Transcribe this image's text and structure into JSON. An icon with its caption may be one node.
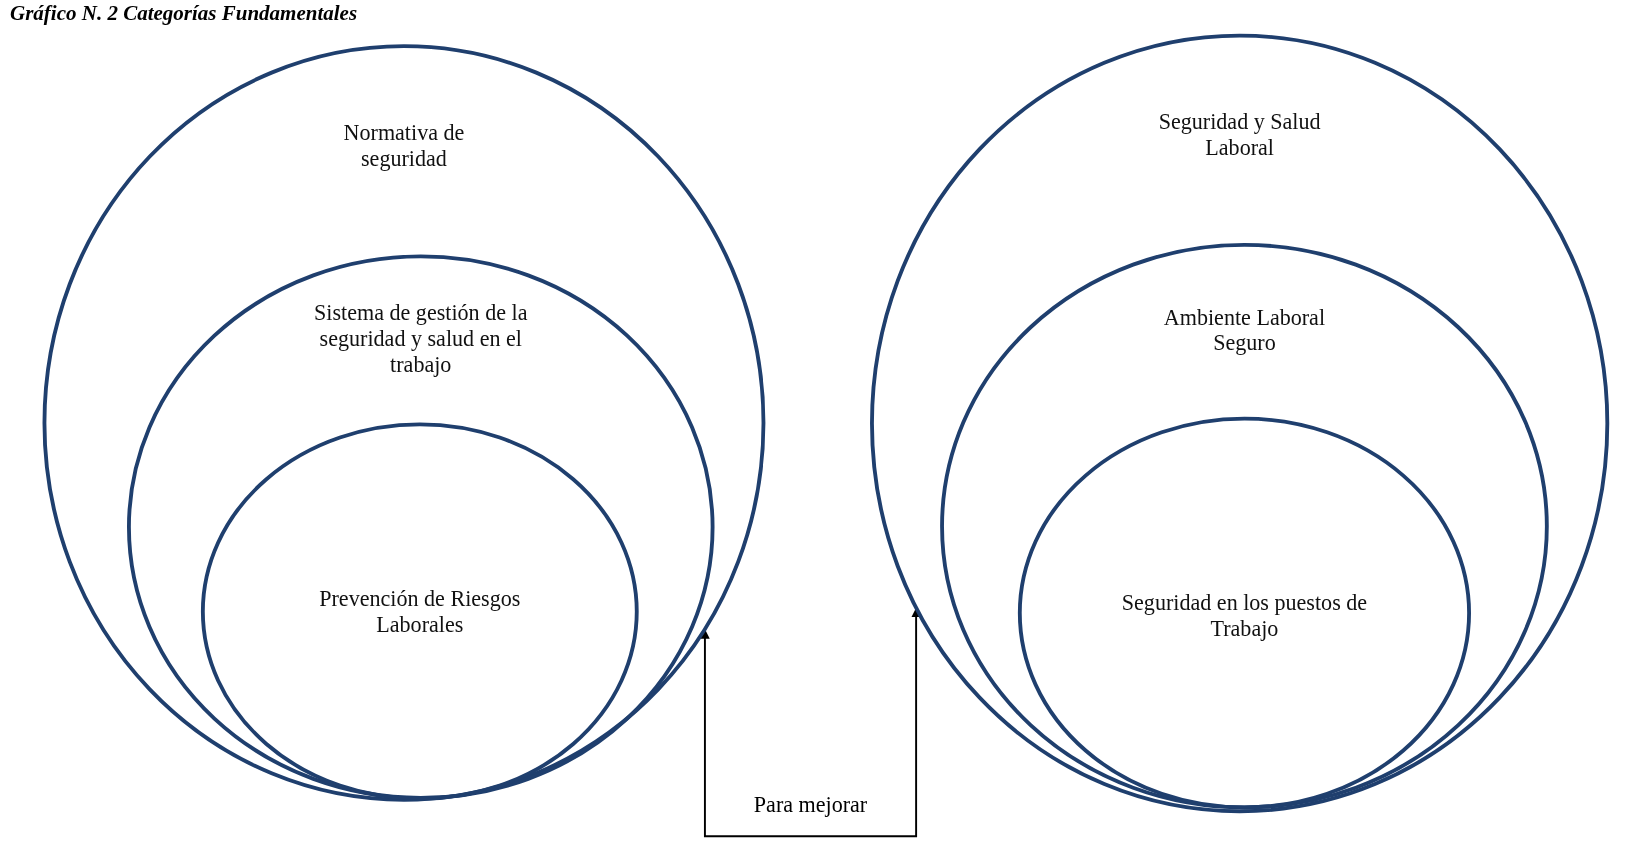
{
  "diagram": {
    "title": "Gráfico N. 2 Categorías Fundamentales",
    "nodes": [
      {
        "text": [
          "Normativa de seguridad"
        ]
      },
      {
        "text": [
          "Sistema de gestión de la seguridad y salud en el trabajo"
        ],
        "in": 0
      },
      {
        "text": [
          "Prevención de Riesgos Laborales"
        ],
        "in": 1
      },
      {
        "text": [
          "Seguridad y Salud Laboral"
        ]
      },
      {
        "text": [
          "Ambiente Laboral Seguro"
        ],
        "in": 3
      },
      {
        "text": [
          "Seguridad en los puestos de Trabajo"
        ],
        "in": 4
      }
    ],
    "edges": [
      {
        "from": 0,
        "to": 3,
        "arrow": "both",
        "label": "Para mejorar"
      }
    ]
  }
}
